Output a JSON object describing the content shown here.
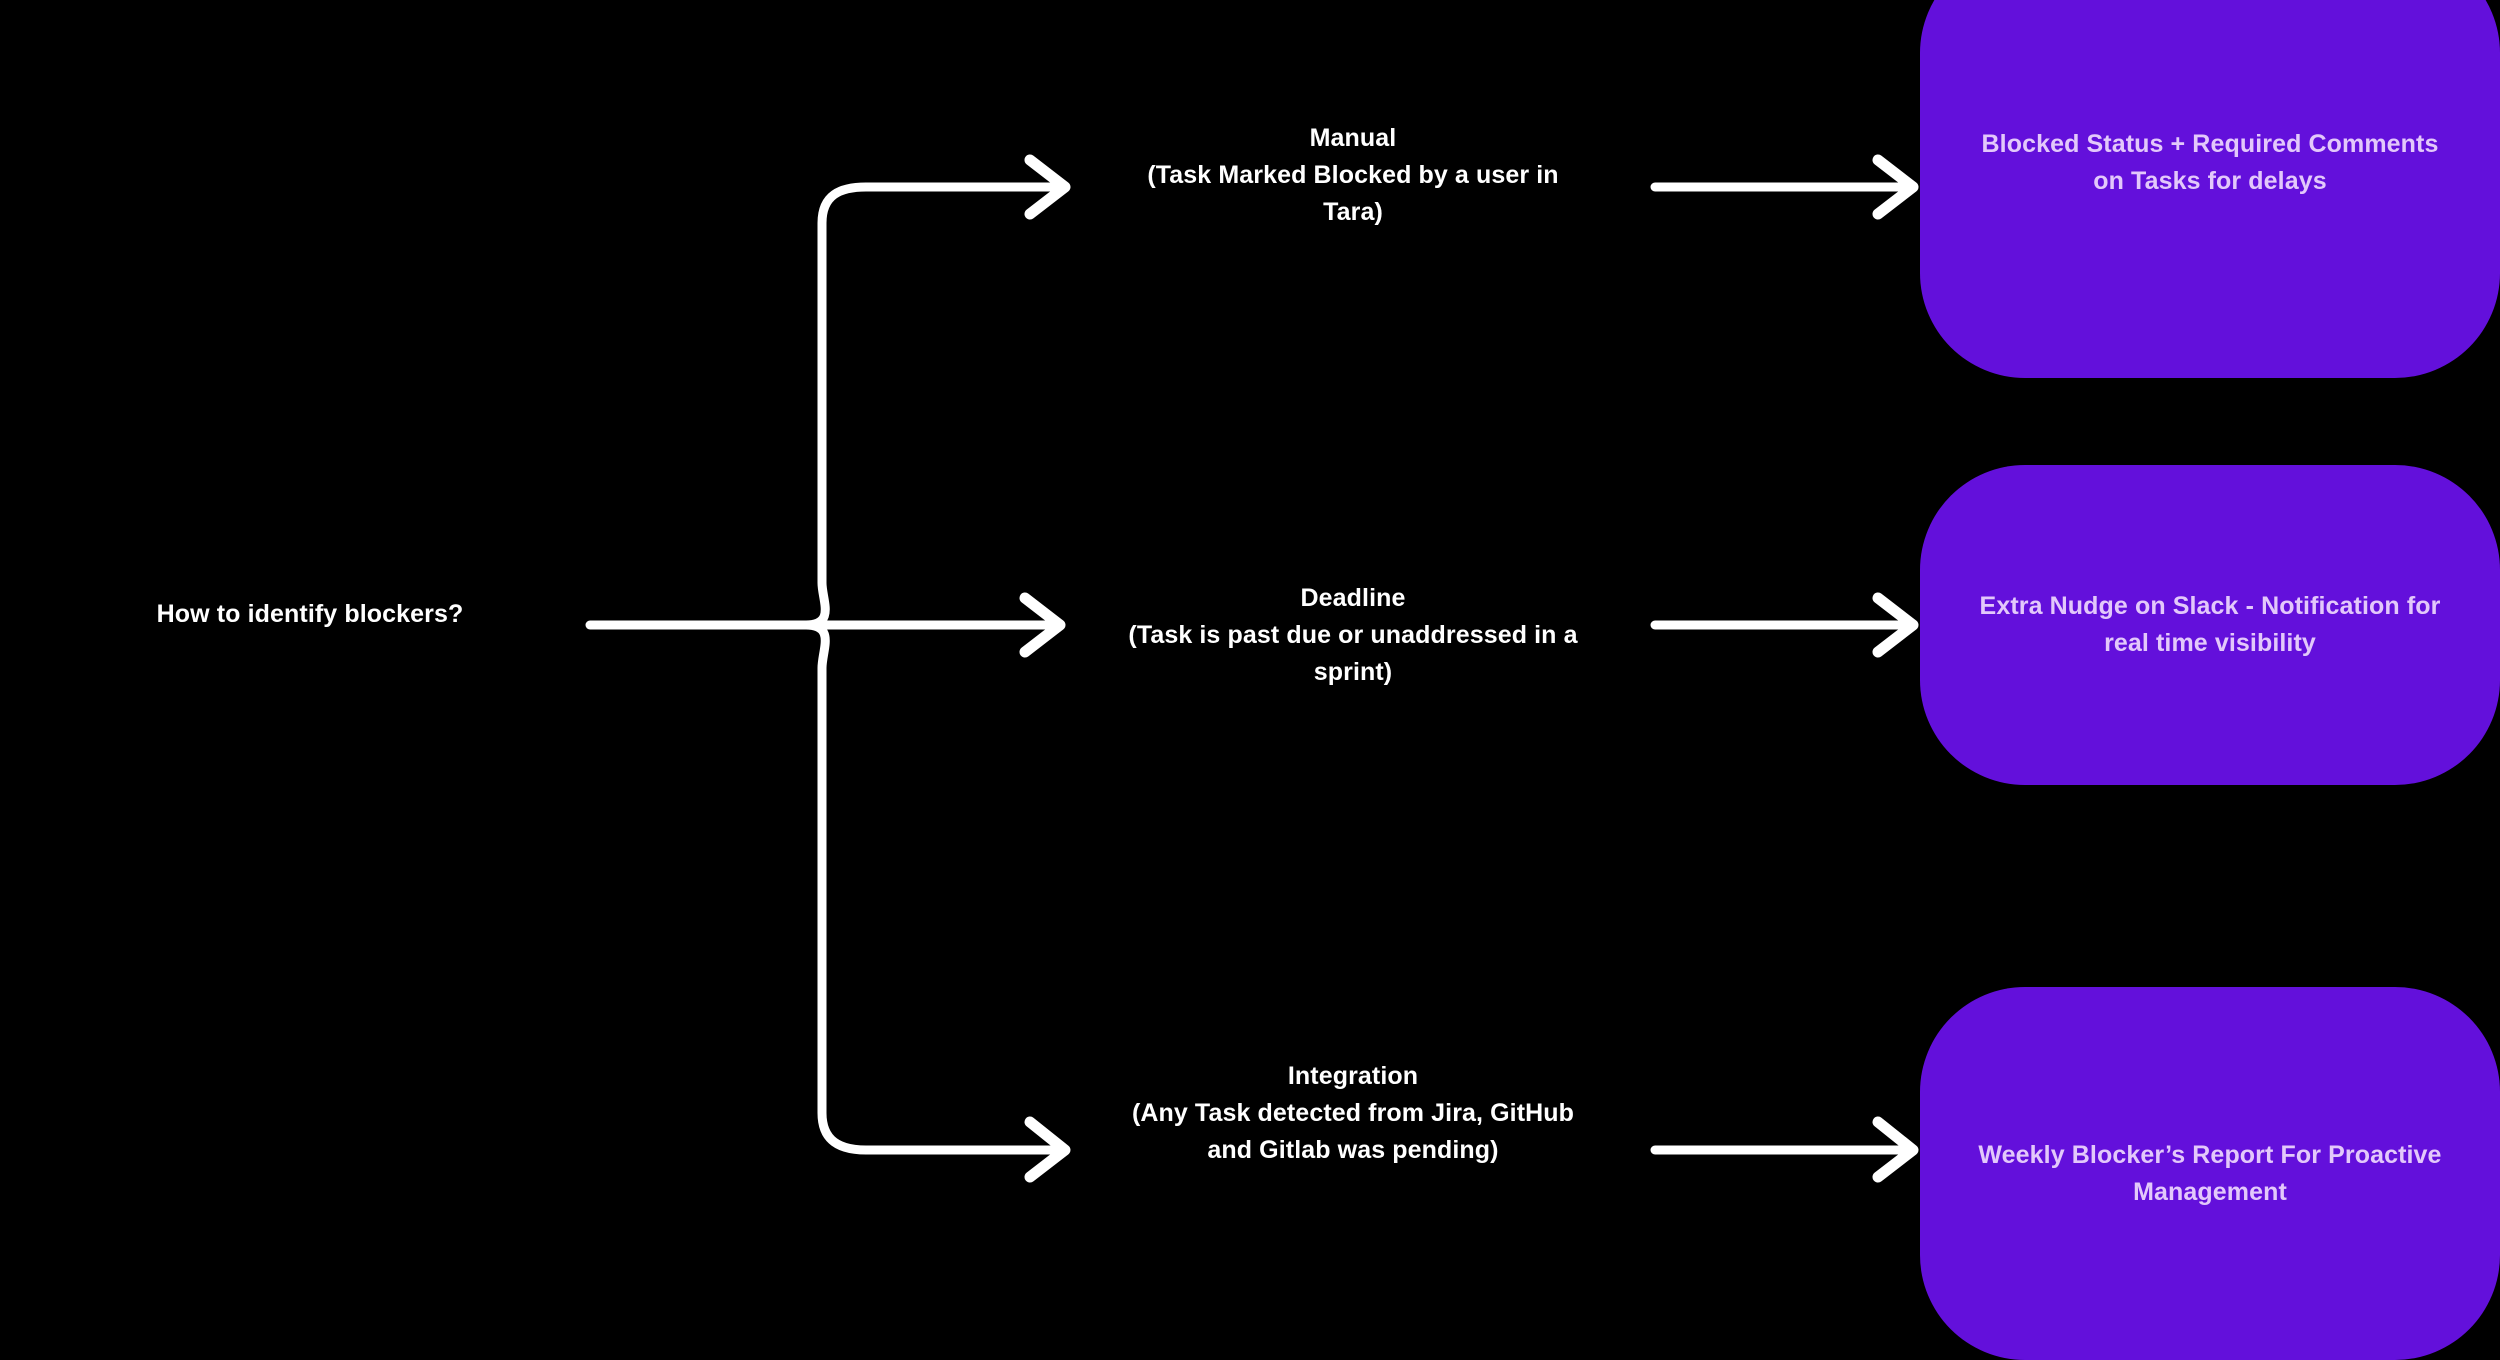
{
  "diagram": {
    "type": "flowchart",
    "orientation": "left-to-right",
    "background_color": "#000000",
    "accent_color": "#6310db",
    "line_color": "#ffffff",
    "card_text_color": "#e3c8fb",
    "root": {
      "label": "How to identify blockers?"
    },
    "branches": [
      {
        "title": "Manual",
        "detail": "(Task Marked Blocked by a user in Tara)",
        "outcome": "Blocked Status + Required Comments on Tasks for delays"
      },
      {
        "title": "Deadline",
        "detail": "(Task is past due or unaddressed in a sprint)",
        "outcome": "Extra Nudge on Slack - Notification for real time visibility"
      },
      {
        "title": "Integration",
        "detail": "(Any Task detected from Jira, GitHub and Gitlab was pending)",
        "outcome": "Weekly Blocker’s Report For Proactive Management"
      }
    ]
  }
}
